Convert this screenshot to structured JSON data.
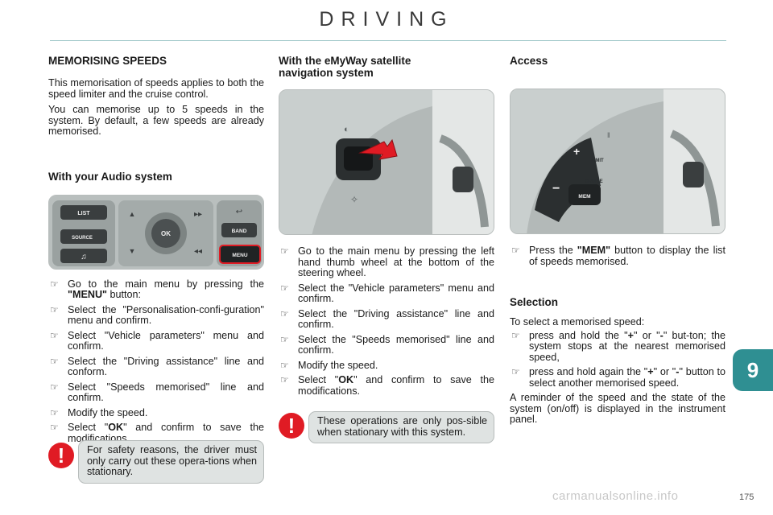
{
  "header": {
    "title": "DRIVING"
  },
  "col1": {
    "heading": "MEMORISING SPEEDS",
    "para1": "This memorisation of speeds applies to both the speed limiter and the cruise control.",
    "para2": "You can memorise up to 5 speeds in the system. By default, a few speeds are already memorised.",
    "audio_heading": "With your Audio system",
    "panel_labels": {
      "list": "LIST",
      "source": "SOURCE",
      "ok": "OK",
      "band": "BAND",
      "menu": "MENU"
    },
    "steps": [
      {
        "pre": "Go to the main menu by pressing the ",
        "bold": "\"MENU\"",
        "post": " button:"
      },
      {
        "pre": "Select the \"Personalisation-confi-guration\" menu and confirm.",
        "bold": "",
        "post": ""
      },
      {
        "pre": "Select \"Vehicle parameters\" menu and confirm.",
        "bold": "",
        "post": ""
      },
      {
        "pre": "Select the \"Driving assistance\" line and conform.",
        "bold": "",
        "post": ""
      },
      {
        "pre": "Select \"Speeds memorised\" line and confirm.",
        "bold": "",
        "post": ""
      },
      {
        "pre": "Modify the speed.",
        "bold": "",
        "post": ""
      },
      {
        "pre": "Select \"",
        "bold": "OK",
        "post": "\" and confirm to save the modifications."
      }
    ],
    "warning": "For safety reasons, the driver must only carry out these opera-tions when stationary."
  },
  "col2": {
    "heading": "With the eMyWay satellite navigation system",
    "steps": [
      {
        "pre": "Go to the main menu by pressing the left hand thumb wheel at the bottom of the steering wheel.",
        "bold": "",
        "post": ""
      },
      {
        "pre": "Select the \"Vehicle parameters\" menu and confirm.",
        "bold": "",
        "post": ""
      },
      {
        "pre": "Select the \"Driving assistance\" line and confirm.",
        "bold": "",
        "post": ""
      },
      {
        "pre": "Select the \"Speeds memorised\" line and confirm.",
        "bold": "",
        "post": ""
      },
      {
        "pre": "Modify the speed.",
        "bold": "",
        "post": ""
      },
      {
        "pre": "Select \"",
        "bold": "OK",
        "post": "\" and confirm to save the modifications."
      }
    ],
    "warning": "These operations are only pos-sible when stationary with this system."
  },
  "col3": {
    "heading": "Access",
    "wheel_labels": {
      "limit": "LIMIT",
      "cruise": "CRUISE",
      "mem": "MEM"
    },
    "access_steps": [
      {
        "pre": "Press the ",
        "bold": "\"MEM\"",
        "post": " button to display the list of speeds memorised."
      }
    ],
    "selection_heading": "Selection",
    "selection_intro": "To select a memorised speed:",
    "selection_steps": [
      {
        "pre": "press and hold the \"",
        "bold": "+",
        "mid": "\" or \"",
        "bold2": "-",
        "post": "\" but-ton; the system stops at the nearest memorised speed,"
      },
      {
        "pre": "press and hold again the \"",
        "bold": "+",
        "mid": "\" or \"",
        "bold2": "-",
        "post": "\" button to select another memorised speed."
      }
    ],
    "reminder": "A reminder of the speed and the state of the system (on/off) is displayed in the instrument panel."
  },
  "chapter": "9",
  "page_number": "175",
  "watermark": "carmanualsonline.info",
  "icons": {
    "bullet": "pointing-hand-icon",
    "warning": "exclamation-icon"
  },
  "colors": {
    "accent": "#2f8f92",
    "warning": "#e01b24",
    "rule": "#9ec6c7",
    "box": "#dfe3e2"
  }
}
